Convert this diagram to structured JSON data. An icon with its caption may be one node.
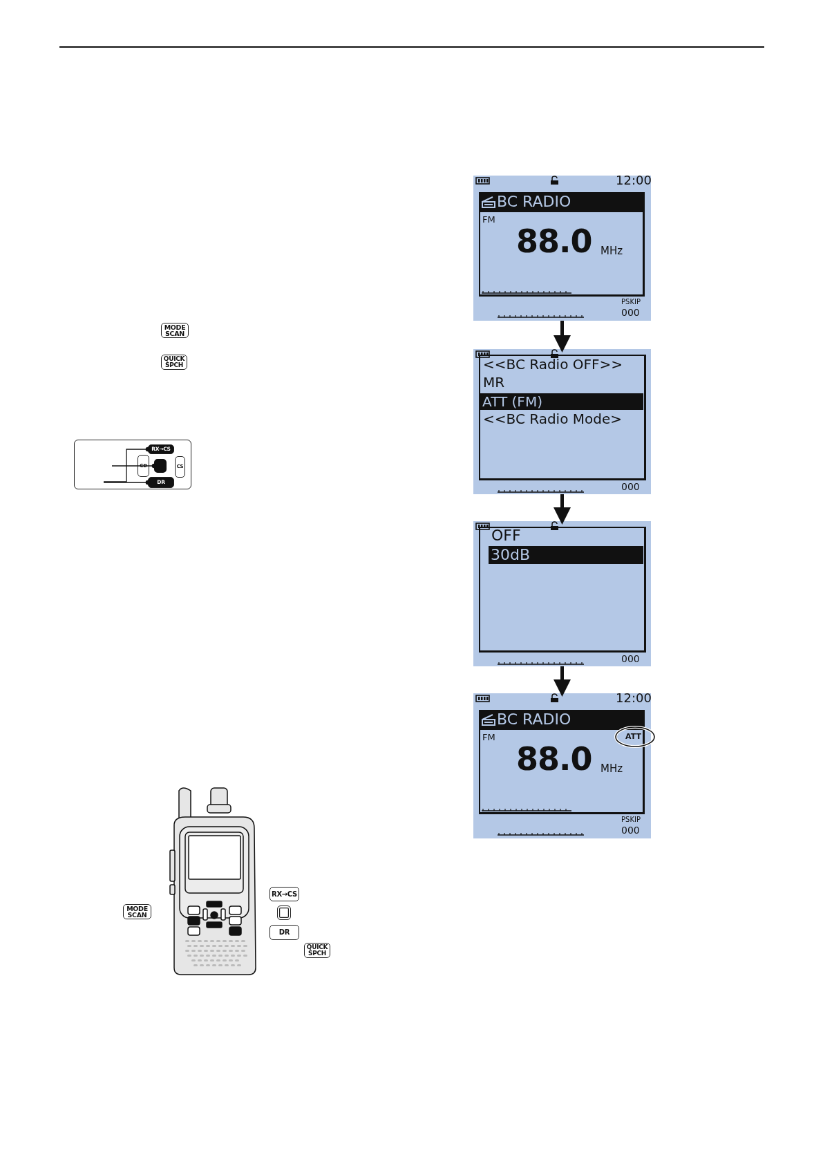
{
  "diagram": {
    "nodes": [
      {
        "text": [
          "MODE SCAN"
        ]
      },
      {
        "text": [
          "QUICK SPCH"
        ]
      },
      {
        "text": [],
        "shape": "box"
      },
      {
        "text": [
          "RX→CS"
        ],
        "in": 2
      },
      {
        "text": [
          "CD"
        ],
        "in": 2
      },
      {
        "text": [],
        "shape": "box",
        "in": 2
      },
      {
        "text": [
          "CS"
        ],
        "in": 2
      },
      {
        "text": [
          "DR"
        ],
        "in": 2
      },
      {
        "text": [
          "MODE SCAN"
        ]
      },
      {
        "text": [
          "RX→CS"
        ]
      },
      {
        "text": [],
        "shape": "box"
      },
      {
        "text": [
          "DR"
        ]
      },
      {
        "text": [
          "QUICK SPCH"
        ]
      },
      {
        "text": [
          "12:00",
          "BC RADIO",
          "FM",
          "88.0",
          "MHz",
          "PSKIP",
          "000"
        ]
      },
      {
        "text": [
          "<<BC Radio OFF>>",
          "MR",
          "ATT (FM)",
          "<<BC Radio Mode>",
          "000"
        ]
      },
      {
        "text": [
          "OFF",
          "30dB",
          "000"
        ]
      },
      {
        "text": [
          "12:00",
          "BC RADIO",
          "FM",
          "ATT",
          "88.0",
          "MHz",
          "PSKIP",
          "000"
        ]
      }
    ],
    "edges": [
      {
        "from": 13,
        "to": 14,
        "arrow": "to",
        "style": "thick"
      },
      {
        "from": 14,
        "to": 15,
        "arrow": "to",
        "style": "thick"
      },
      {
        "from": 15,
        "to": 16,
        "arrow": "to",
        "style": "thick"
      },
      {
        "from": null,
        "to": 3,
        "arrow": "other"
      },
      {
        "from": null,
        "to": 5,
        "arrow": "other"
      },
      {
        "from": null,
        "to": 7,
        "arrow": "other"
      }
    ]
  }
}
